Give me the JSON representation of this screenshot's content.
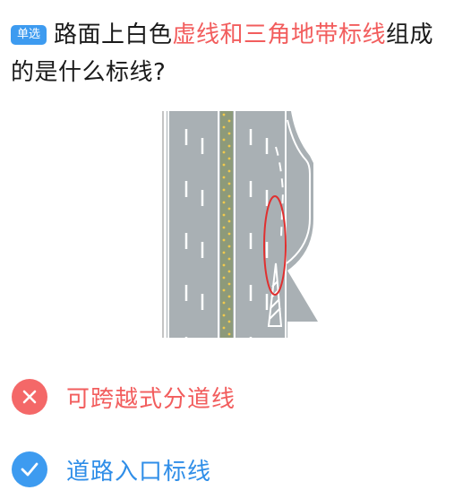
{
  "question": {
    "type_badge": "单选",
    "text_before": "路面上白色",
    "text_highlight": "虚线和三角地带标线",
    "text_after": "组成的是什么标线?",
    "colors": {
      "badge": "#3d9bf0",
      "highlight": "#f25d5d"
    }
  },
  "figure": {
    "description_icon": "road-markings-illustration",
    "colors": {
      "road": "#a9b0b4",
      "marking": "#ffffff",
      "median": "#8d9a7a",
      "median_dots": "#f2c94c",
      "highlight_ellipse": "#e03030"
    }
  },
  "options": [
    {
      "label": "可跨越式分道线",
      "state": "wrong",
      "icon": "close-icon",
      "color": "#f46868"
    },
    {
      "label": "道路入口标线",
      "state": "correct",
      "icon": "check-icon",
      "color": "#3d9bf0"
    }
  ]
}
